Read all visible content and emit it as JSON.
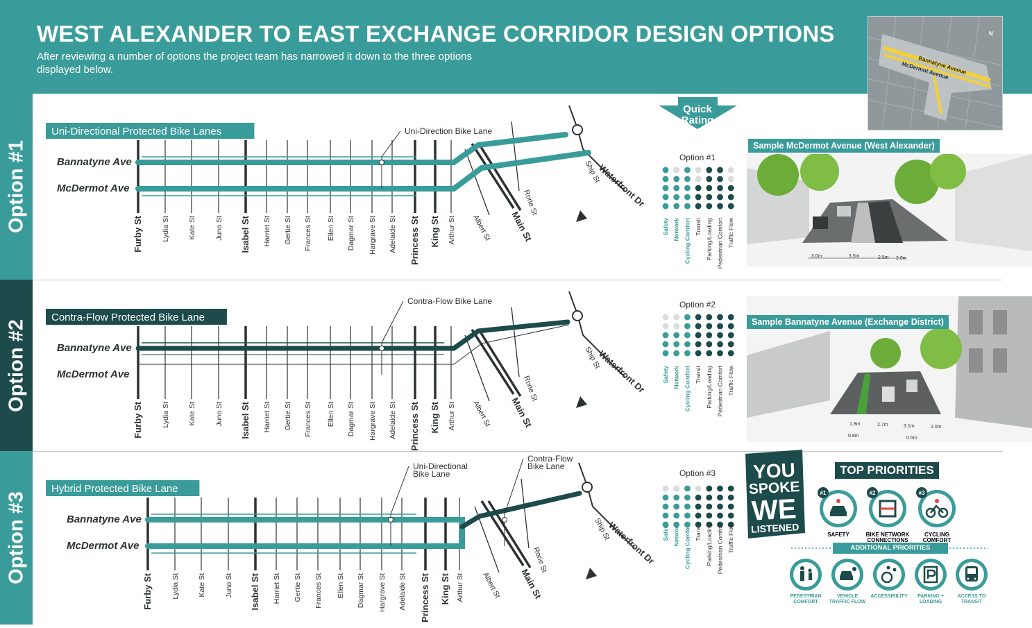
{
  "title": "WEST ALEXANDER TO EAST EXCHANGE CORRIDOR DESIGN OPTIONS",
  "subtitle": "After reviewing a number of options the project team has narrowed it down to the three options displayed below.",
  "colors": {
    "teal": "#3a9c9a",
    "dark_teal": "#1d4a4a",
    "light_dot": "#d8dcdc"
  },
  "map_inset": {
    "north": "N",
    "streets": [
      "Bannatyne Avenue",
      "McDermot Avenue"
    ]
  },
  "quick_rating": {
    "label_line1": "Quick",
    "label_line2": "Rating",
    "categories": [
      "Safety",
      "Network",
      "Cycling Comfort",
      "Transit",
      "Parking/Loading",
      "Pedestrian Comfort",
      "Traffic Flow"
    ]
  },
  "cross_streets_main": [
    "Furby St",
    "Lydia St",
    "Kate St",
    "Juno St",
    "Isabel St",
    "Harriet St",
    "Gertie St",
    "Frances St",
    "Ellen St",
    "Dagmar St",
    "Hargrave St",
    "Adelaide St",
    "Princess St",
    "King St",
    "Arthur St",
    "Albert St",
    "Main St",
    "Rorie St",
    "Ship St",
    "Waterfront Dr"
  ],
  "bold_streets": [
    "Furby St",
    "Isabel St",
    "Princess St",
    "King St",
    "Main St",
    "Waterfront Dr"
  ],
  "avenues": [
    "Bannatyne Ave",
    "McDermot Ave"
  ],
  "options": [
    {
      "band_label": "Option #1",
      "design_label": "Uni-Directional Protected Bike Lanes",
      "callouts": [
        "Uni-Direction Bike Lane"
      ],
      "rating_title": "Option #1",
      "ratings": [
        5,
        4,
        5,
        3,
        5,
        5,
        3
      ],
      "sample_label": "Sample McDermot Avenue (West Alexander)",
      "dimensions": [
        "3.0m",
        "3.5m",
        "2.5m",
        "2.0m"
      ]
    },
    {
      "band_label": "Option #2",
      "design_label": "Contra-Flow Protected Bike Lane",
      "callouts": [
        "Contra-Flow Bike Lane"
      ],
      "rating_title": "Option #2",
      "ratings": [
        3,
        3,
        5,
        5,
        5,
        5,
        5
      ],
      "sample_label": "Sample Bannatyne Avenue (Exchange District)",
      "dimensions": [
        "1.8m",
        "2.7m",
        "3.1m",
        "2.0m",
        "0.8m",
        "0.5m"
      ]
    },
    {
      "band_label": "Option #3",
      "design_label": "Hybrid Protected Bike Lane",
      "callouts": [
        "Uni-Directional Bike Lane",
        "Contra-Flow Bike Lane"
      ],
      "rating_title": "Option #3",
      "ratings": [
        4,
        4,
        5,
        4,
        5,
        5,
        5
      ]
    }
  ],
  "you_spoke": {
    "line1": "YOU",
    "line2": "SPOKE",
    "line3": "WE",
    "line4": "LISTENED"
  },
  "top_priorities": {
    "title": "TOP PRIORITIES",
    "items": [
      {
        "rank": "#1",
        "label": "SAFETY"
      },
      {
        "rank": "#2",
        "label": "BIKE NETWORK CONNECTIONS"
      },
      {
        "rank": "#3",
        "label": "CYCLING COMFORT"
      }
    ]
  },
  "additional_priorities": {
    "title": "ADDITIONAL PRIORITIES",
    "items": [
      "PEDESTRIAN COMFORT",
      "VEHICLE TRAFFIC FLOW",
      "ACCESSIBILITY",
      "PARKING + LOADING",
      "ACCESS TO TRANSIT"
    ]
  }
}
